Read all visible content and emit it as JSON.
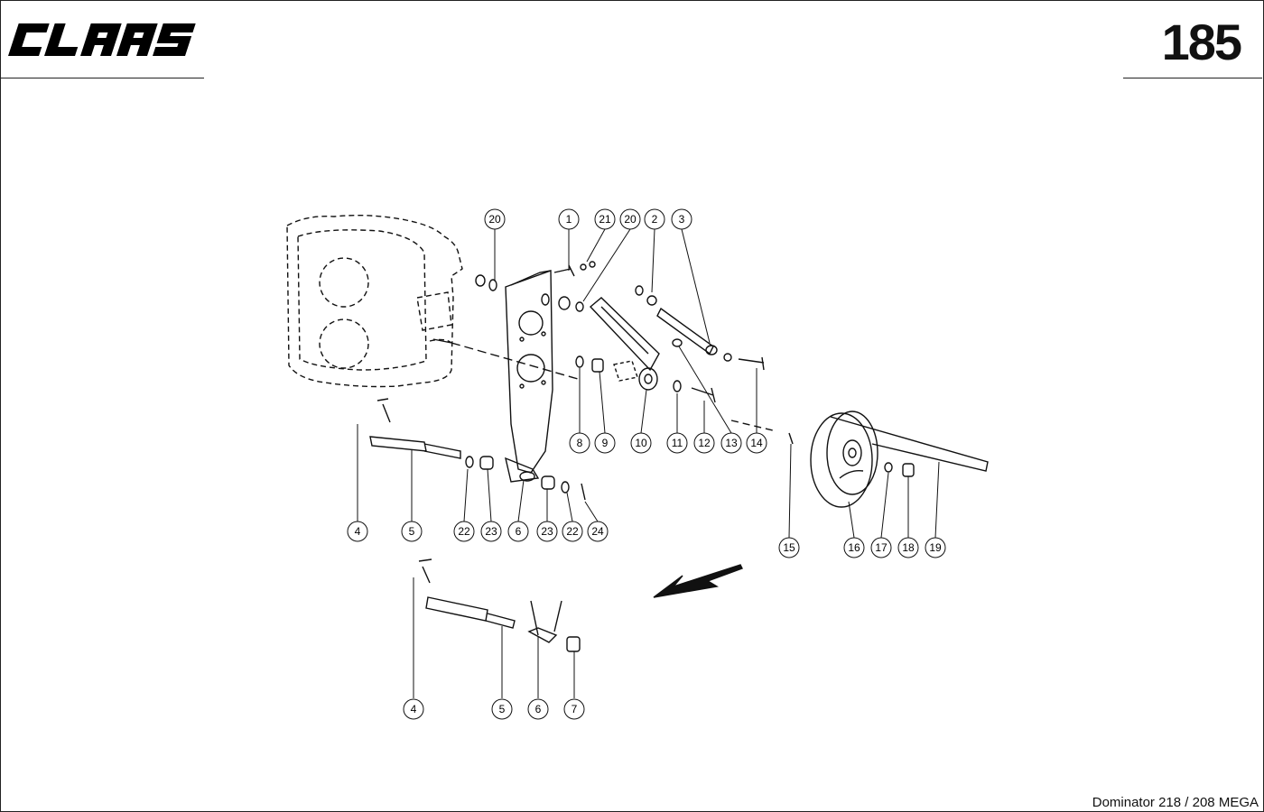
{
  "header": {
    "brand_logo_text": "CLAAS",
    "page_number": "185"
  },
  "footer": {
    "model": "Dominator 218 / 208 MEGA"
  },
  "callouts": {
    "c1": "1",
    "c2": "2",
    "c3": "3",
    "c4": "4",
    "c5": "5",
    "c6": "6",
    "c8": "8",
    "c9": "9",
    "c10": "10",
    "c11": "11",
    "c12": "12",
    "c13": "13",
    "c14": "14",
    "c15": "15",
    "c16": "16",
    "c17": "17",
    "c18": "18",
    "c19": "19",
    "c20a": "20",
    "c20b": "20",
    "c21": "21",
    "c22a": "22",
    "c22b": "22",
    "c23a": "23",
    "c23b": "23",
    "c24": "24",
    "d4": "4",
    "d5": "5",
    "d6": "6",
    "d7": "7"
  }
}
